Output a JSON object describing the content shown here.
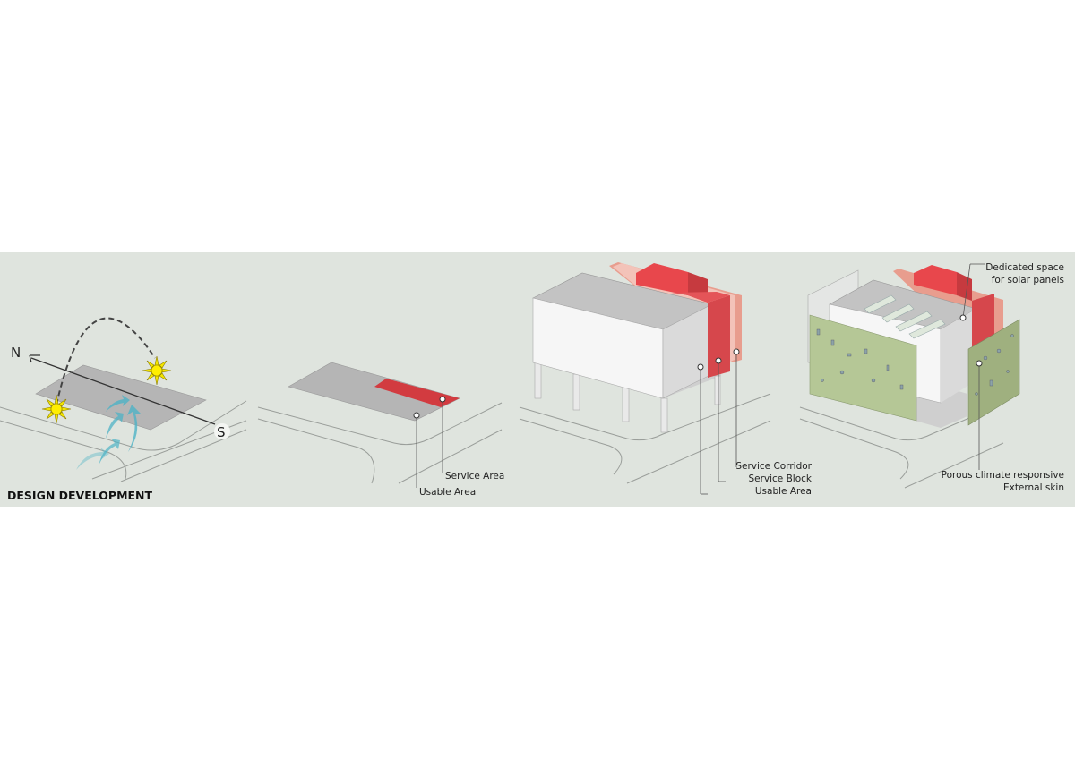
{
  "title": "DESIGN DEVELOPMENT",
  "panel1": {
    "north": "N",
    "south": "S"
  },
  "panel2": {
    "service_area": "Service Area",
    "usable_area": "Usable Area"
  },
  "panel3": {
    "service_corridor": "Service Corridor",
    "service_block": "Service Block",
    "usable_area": "Usable Area"
  },
  "panel4": {
    "solar_line1": "Dedicated space",
    "solar_line2": "for solar panels",
    "skin_line1": "Porous climate responsive",
    "skin_line2": "External skin"
  },
  "colors": {
    "background": "#dfe4de",
    "service_red": "#e8474c",
    "skin_green": "#b5c796",
    "slab_grey": "#b9b9b9"
  }
}
